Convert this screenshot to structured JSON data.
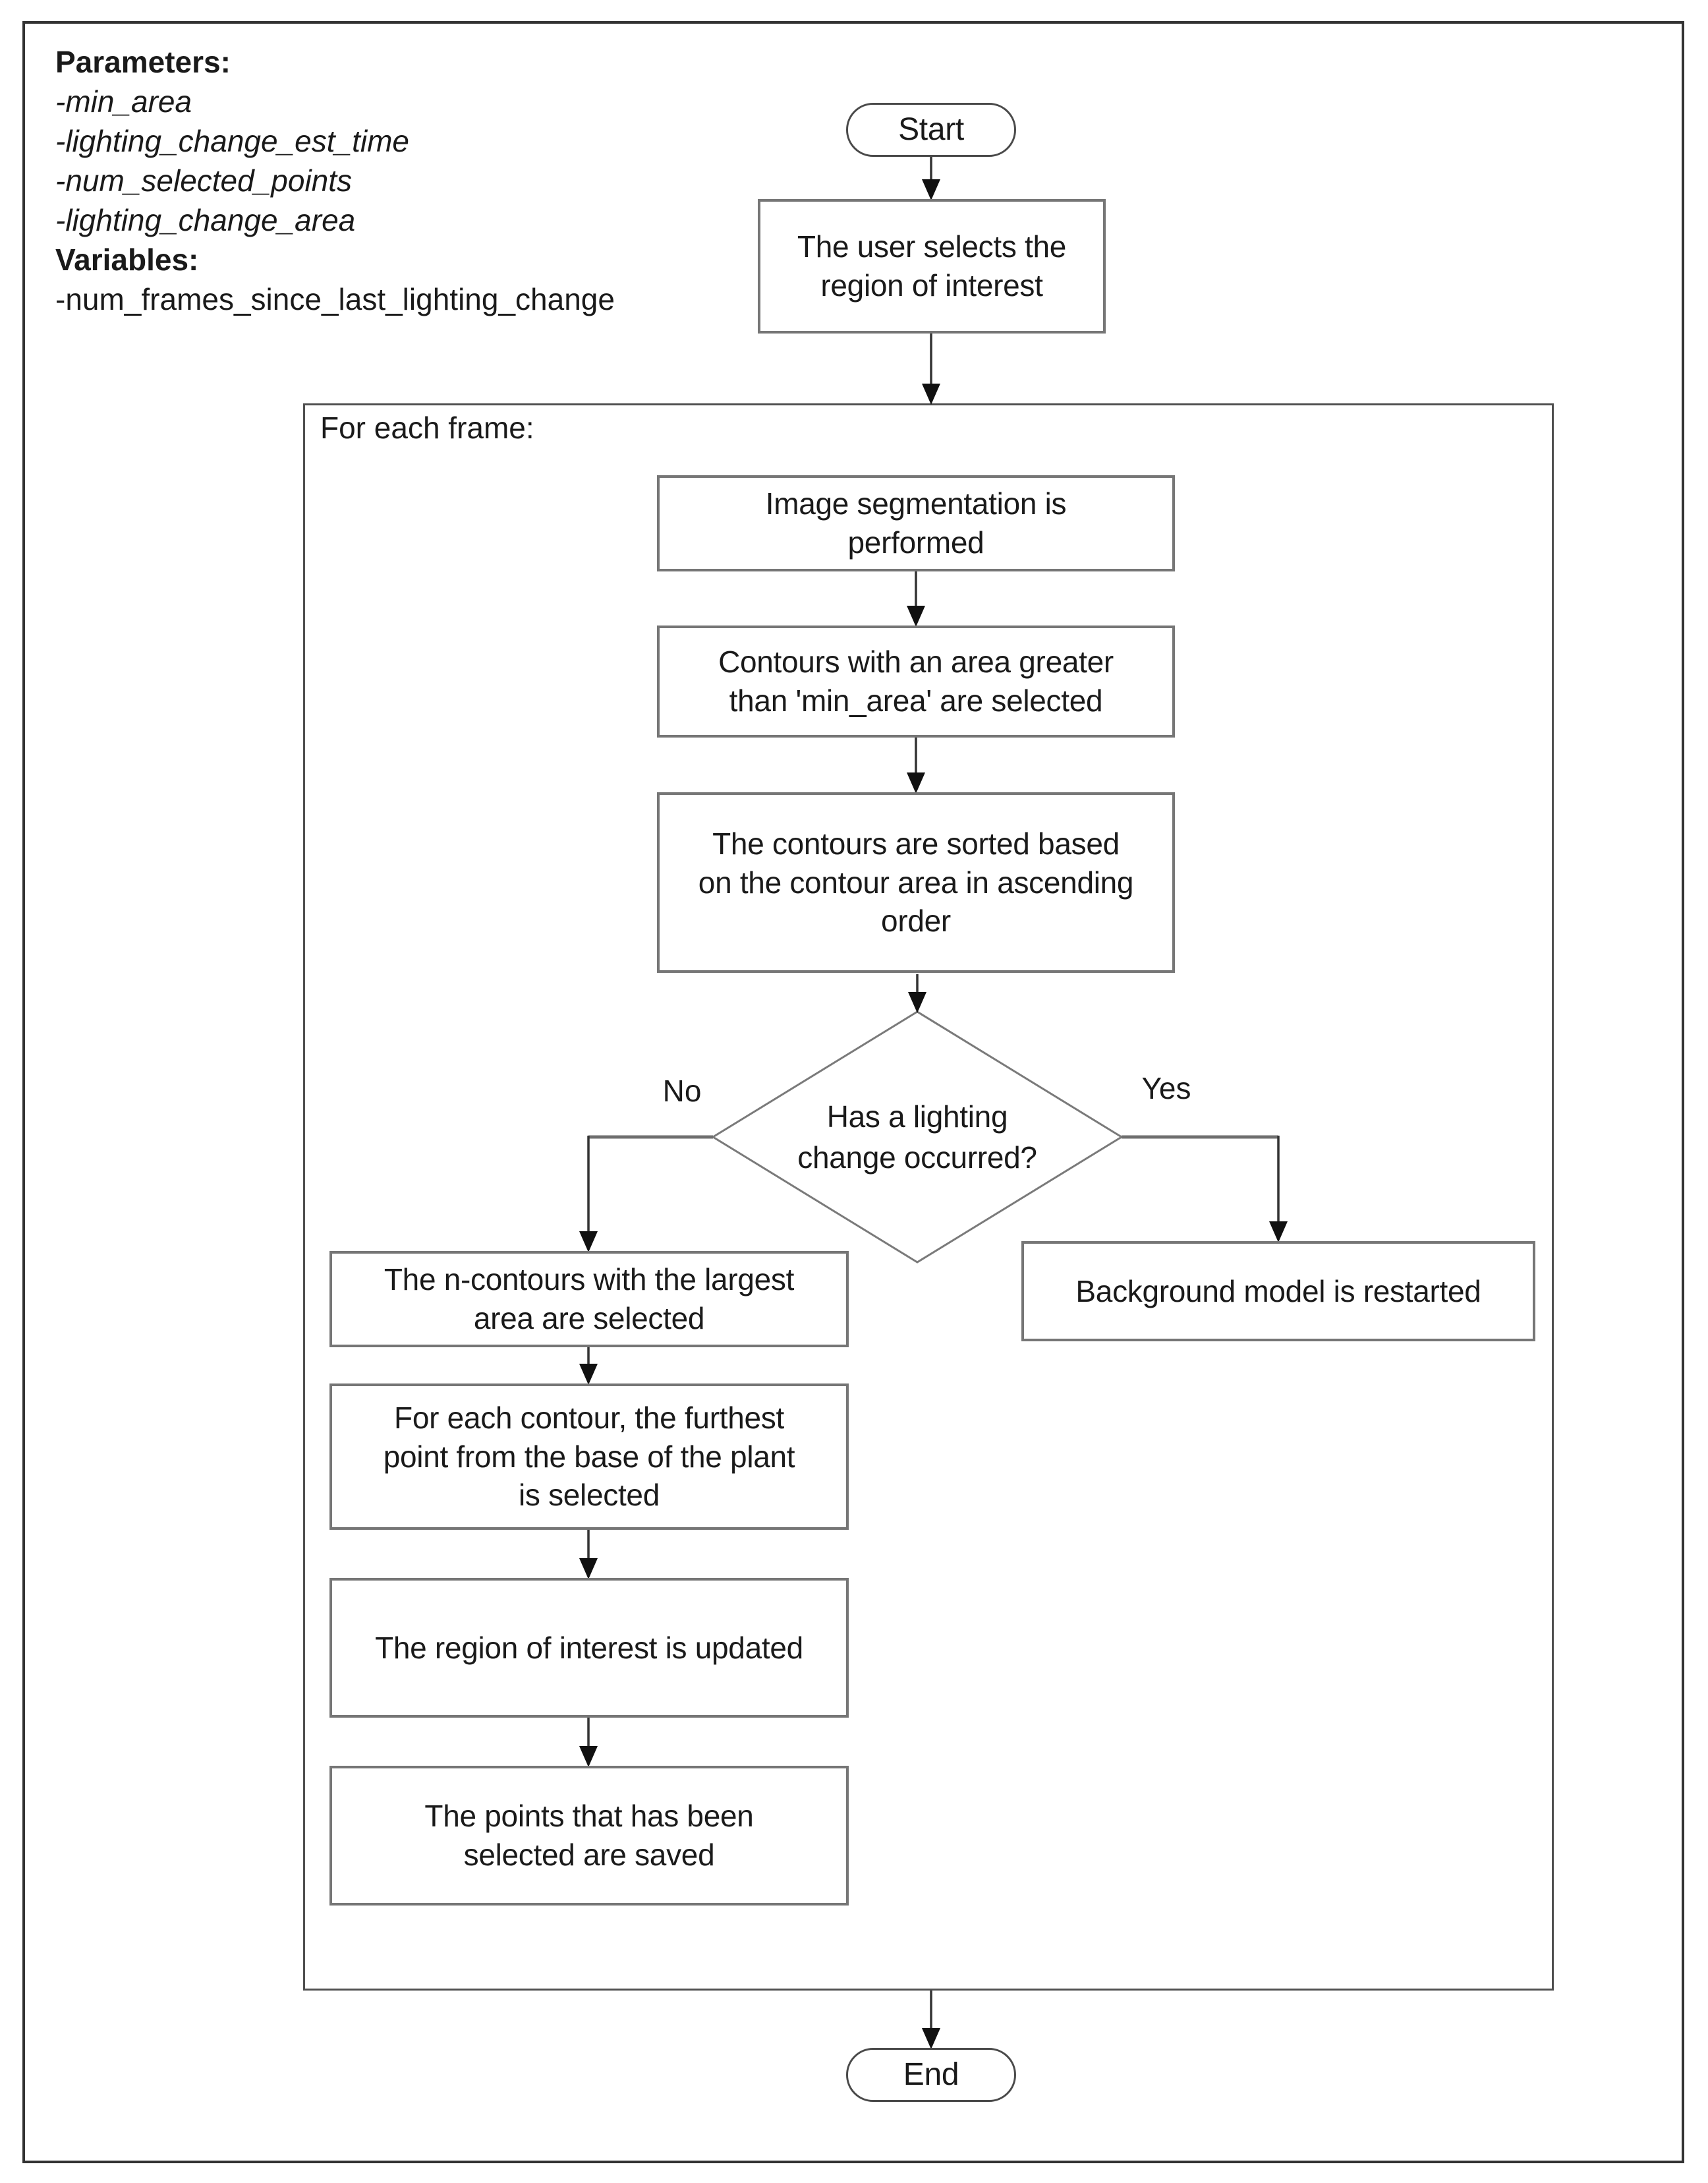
{
  "legend": {
    "parameters_heading": "Parameters:",
    "parameters": [
      "-min_area",
      "-lighting_change_est_time",
      "-num_selected_points",
      "-lighting_change_area"
    ],
    "variables_heading": "Variables:",
    "variables": [
      "-num_frames_since_last_lighting_change"
    ]
  },
  "loop": {
    "label": "For each frame:"
  },
  "nodes": {
    "start": "Start",
    "select_roi": "The user selects the\nregion of interest",
    "segmentation": "Image segmentation is\nperformed",
    "min_area_filter": "Contours with an area greater\nthan 'min_area' are selected",
    "sort_contours": "The contours are sorted based\non the contour area in ascending\norder",
    "lighting_decision": "Has a lighting\nchange occurred?",
    "branch_no": "No",
    "branch_yes": "Yes",
    "largest_contours": "The n-contours with the largest\narea are selected",
    "furthest_point": "For each contour, the furthest\npoint from the base of the plant\nis selected",
    "update_roi": "The region of interest is updated",
    "save_points": "The points that has been\nselected are saved",
    "restart_background": "Background model is restarted",
    "end": "End"
  },
  "colors": {
    "background": "#ffffff",
    "text": "#1a1a1a",
    "box_border": "#767676",
    "frame_border": "#4f4f4f",
    "outer_border": "#333333",
    "connector": "#333333",
    "branch_line": "#6e6e6e",
    "diamond_border": "#7a7a7a"
  }
}
